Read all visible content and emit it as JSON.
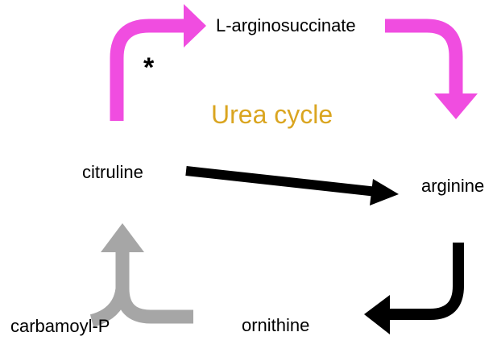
{
  "title": "Urea cycle",
  "marker": "*",
  "nodes": {
    "l_arginosuccinate": "L-arginosuccinate",
    "citruline": "citruline",
    "arginine": "arginine",
    "ornithine": "ornithine",
    "carbamoyl_p": "carbamoyl-P"
  },
  "colors": {
    "title": "#DAA520",
    "pink_arrow": "#F04DE0",
    "black_arrow": "#000000",
    "gray_arrow": "#A6A6A6",
    "text": "#000000"
  }
}
